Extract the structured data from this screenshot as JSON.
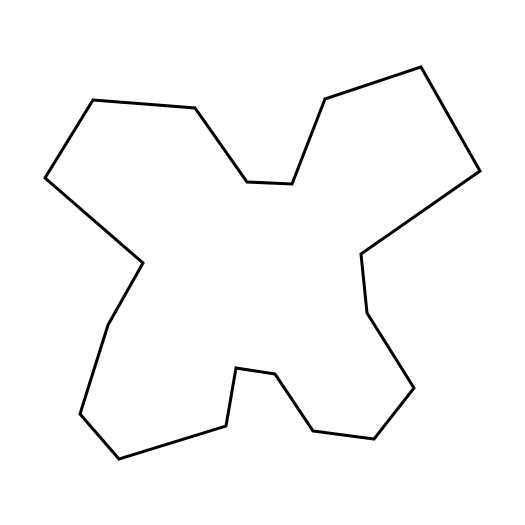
{
  "figure": {
    "background_color": "#ffffff",
    "shape": {
      "kind": "closed-polygon",
      "stroke_color": "#000000",
      "fill": "none",
      "vertex_count": 20
    }
  }
}
